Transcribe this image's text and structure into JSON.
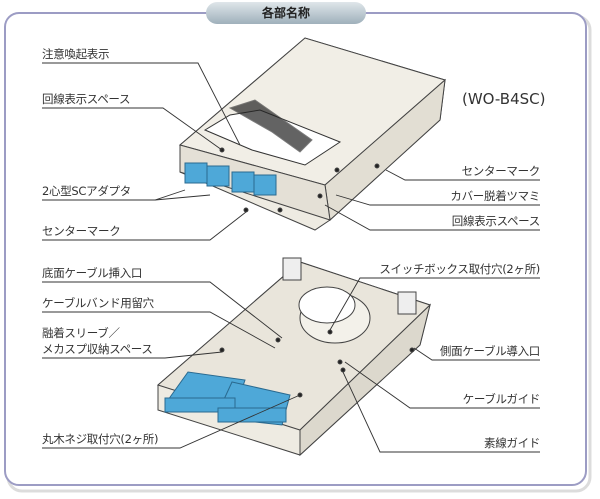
{
  "title": "各部名称",
  "model": "(WO-B4SC)",
  "top_labels": {
    "caution": "注意喚起表示",
    "line_space_left": "回線表示スペース",
    "adapter": "2心型SCアダプタ",
    "center_mark_left": "センターマーク",
    "center_mark_right": "センターマーク",
    "cover_knob": "カバー脱着ツマミ",
    "line_space_right": "回線表示スペース"
  },
  "bottom_labels": {
    "bottom_cable_inlet": "底面ケーブル挿入口",
    "cable_band_hole": "ケーブルバンド用留穴",
    "sleeve_1": "融着スリーブ／",
    "sleeve_2": "メカスプ収納スペース",
    "screw_hole": "丸木ネジ取付穴(2ヶ所)",
    "switchbox_hole": "スイッチボックス取付穴(2ヶ所)",
    "side_cable_inlet": "側面ケーブル導入口",
    "cable_guide": "ケーブルガイド",
    "fiber_guide": "素線ガイド"
  },
  "colors": {
    "frame": "#9c9cc4",
    "adapter": "#4ea8d8",
    "body": "#eeebe2"
  }
}
